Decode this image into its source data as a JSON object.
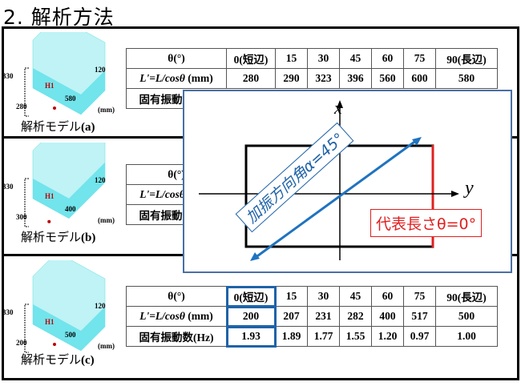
{
  "title": "2. 解析方法",
  "table_header": [
    "θ(°)",
    "0(短辺)",
    "15",
    "30",
    "45",
    "60",
    "75",
    "90(長辺)"
  ],
  "row_labels": {
    "length": "L'=L/cosθ (mm)",
    "freq": "固有振動数(Hz)"
  },
  "models": [
    {
      "caption": "解析モデル",
      "suffix": "(a)",
      "dims": {
        "height": "330",
        "water": "120",
        "width": "280",
        "length": "580",
        "unit": "(mm)"
      },
      "point": "H1",
      "lengths": [
        "280",
        "290",
        "323",
        "396",
        "560",
        "600",
        "580"
      ]
    },
    {
      "caption": "解析モデル",
      "suffix": "(b)",
      "dims": {
        "height": "330",
        "water": "120",
        "width": "300",
        "length": "400",
        "unit": "(mm)"
      },
      "point": "H1"
    },
    {
      "caption": "解析モデル",
      "suffix": "(c)",
      "dims": {
        "height": "330",
        "water": "120",
        "width": "200",
        "length": "500",
        "unit": "(mm)"
      },
      "point": "H1",
      "lengths": [
        "200",
        "207",
        "231",
        "282",
        "400",
        "517",
        "500"
      ],
      "freqs": [
        "1.93",
        "1.89",
        "1.77",
        "1.55",
        "1.20",
        "0.97",
        "1.00"
      ]
    }
  ],
  "overlay": {
    "x_axis": "x",
    "y_axis": "y",
    "excitation_label": "加振方向角α=45°",
    "representative_label": "代表長さθ=0°"
  },
  "colors": {
    "highlight": "#1f63a8",
    "red": "#e02020",
    "water": "#5fe0ea"
  }
}
